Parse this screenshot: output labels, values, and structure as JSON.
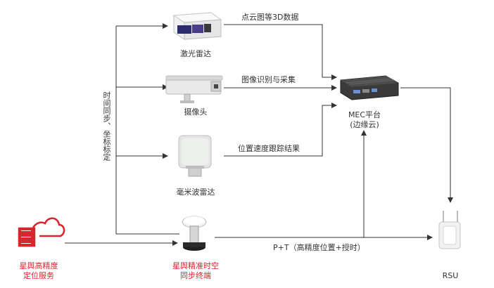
{
  "nodes": {
    "lidar": "激光雷达",
    "camera": "摄像头",
    "radar": "毫米波雷达",
    "terminal_line1": "星舆精准时空",
    "terminal_line2": "同步终端",
    "mec_line1": "MEC平台",
    "mec_line2": "(边缘云)",
    "rsu": "RSU",
    "service_line1": "星舆高精度",
    "service_line2": "定位服务"
  },
  "edges": {
    "lidar_to_mec": "点云图等3D数据",
    "camera_to_mec": "图像识别与采集",
    "radar_to_mec": "位置速度跟踪结果",
    "terminal_to_rsu": "P+T（高精度位置+授时）",
    "sync_vertical": "时间同步、坐标标定"
  },
  "colors": {
    "accent_red": "#d7262d",
    "line": "#333333"
  }
}
